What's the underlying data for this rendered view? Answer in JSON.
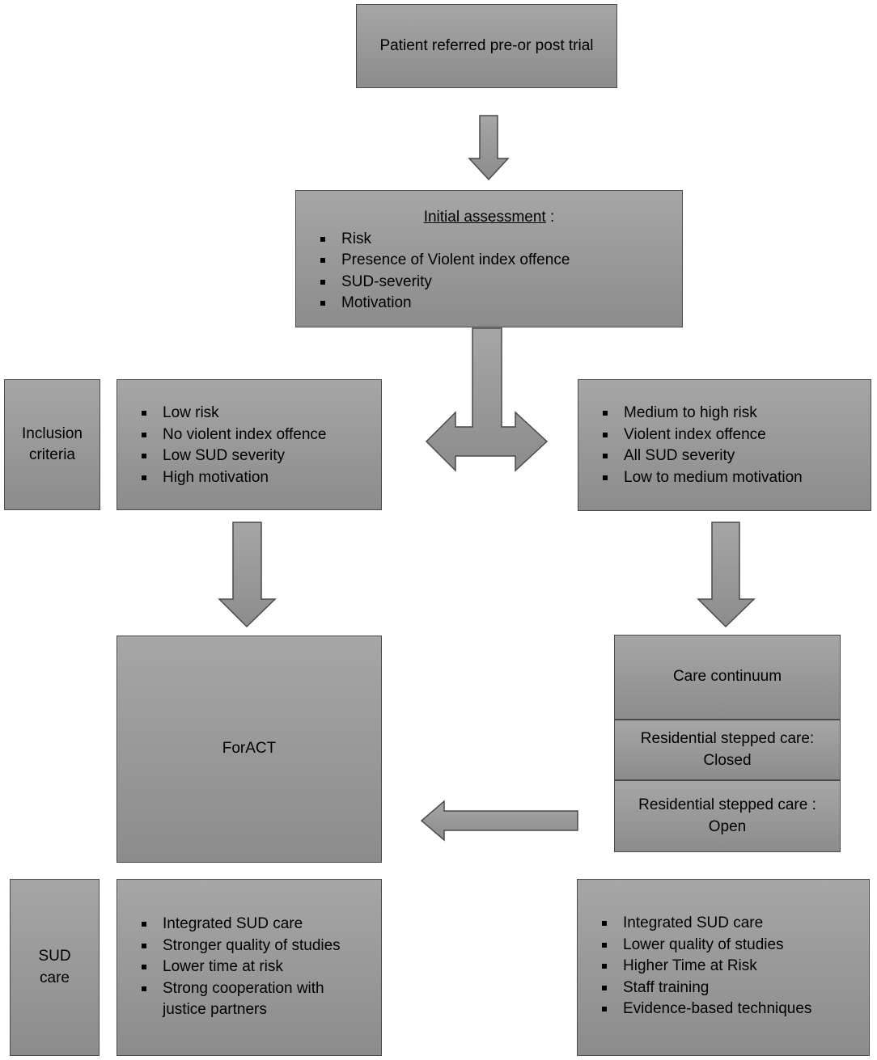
{
  "referral": {
    "text": "Patient referred pre-or post trial"
  },
  "assessment": {
    "title": "Initial assessment",
    "title_suffix": " :",
    "items": [
      "Risk",
      "Presence of Violent index offence",
      "SUD-severity",
      "Motivation"
    ]
  },
  "inclusion": {
    "label_line1": "Inclusion",
    "label_line2": "criteria"
  },
  "left_criteria": {
    "items": [
      "Low risk",
      "No violent index offence",
      "Low SUD severity",
      "High motivation"
    ]
  },
  "right_criteria": {
    "items": [
      "Medium to high risk",
      "Violent index offence",
      "All SUD severity",
      "Low to medium motivation"
    ]
  },
  "foract": {
    "text": "ForACT"
  },
  "care": {
    "continuum": "Care continuum",
    "closed_line1": "Residential stepped care:",
    "closed_line2": "Closed",
    "open_line1": "Residential stepped care :",
    "open_line2": "Open"
  },
  "sud_care": {
    "label_line1": "SUD",
    "label_line2": "care"
  },
  "left_outcomes": {
    "items": [
      "Integrated SUD care",
      "Stronger quality of studies",
      "Lower time at risk",
      "Strong cooperation with justice partners"
    ]
  },
  "right_outcomes": {
    "items": [
      "Integrated SUD care",
      "Lower  quality of studies",
      "Higher Time at Risk",
      "Staff training",
      "Evidence-based techniques"
    ]
  },
  "colors": {
    "box_top": "#a6a6a6",
    "box_bottom": "#8c8c8c",
    "border": "#4a4a4a"
  }
}
